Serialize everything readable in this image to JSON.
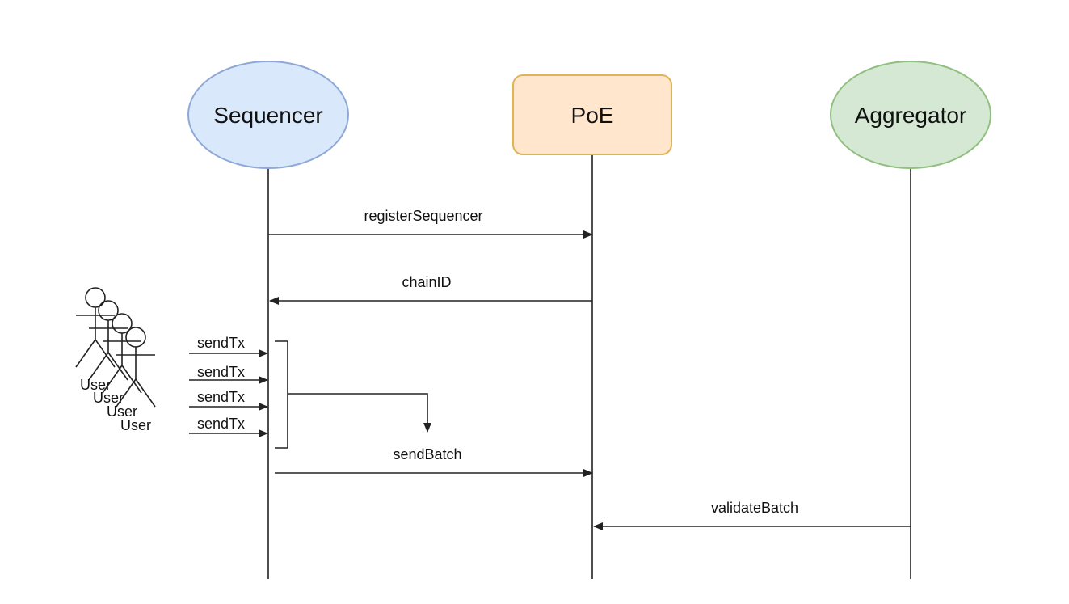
{
  "participants": {
    "sequencer": {
      "label": "Sequencer",
      "fill": "#dae8fc",
      "stroke": "#8ea9d8"
    },
    "poe": {
      "label": "PoE",
      "fill": "#ffe6cc",
      "stroke": "#e0b35a"
    },
    "aggregator": {
      "label": "Aggregator",
      "fill": "#d5e8d4",
      "stroke": "#90c07f"
    }
  },
  "messages": {
    "register": "registerSequencer",
    "chain_id": "chainID",
    "send_tx_1": "sendTx",
    "send_tx_2": "sendTx",
    "send_tx_3": "sendTx",
    "send_tx_4": "sendTx",
    "send_batch": "sendBatch",
    "validate_batch": "validateBatch"
  },
  "users": [
    "User",
    "User",
    "User",
    "User"
  ],
  "colors": {
    "line": "#222222"
  }
}
